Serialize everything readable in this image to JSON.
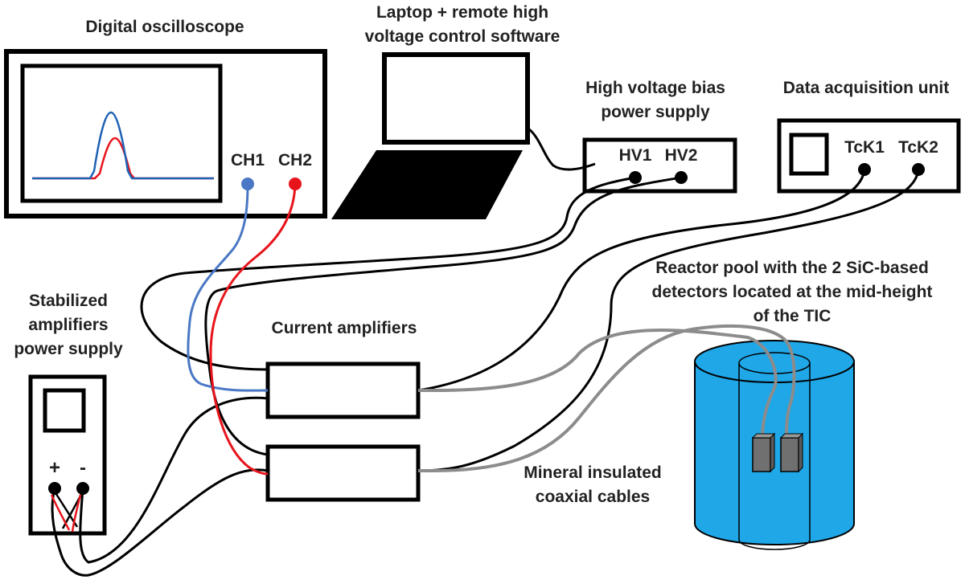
{
  "labels": {
    "oscilloscope": "Digital oscilloscope",
    "laptop_line1": "Laptop + remote high",
    "laptop_line2": "voltage control software",
    "hv_line1": "High voltage bias",
    "hv_line2": "power supply",
    "daq": "Data acquisition unit",
    "stab_line1": "Stabilized",
    "stab_line2": "amplifiers",
    "stab_line3": "power supply",
    "current_amplifiers": "Current amplifiers",
    "reactor_line1": "Reactor pool with the 2 SiC-based",
    "reactor_line2": "detectors located at the mid-height",
    "reactor_line3": "of the TIC",
    "mineral_line1": "Mineral insulated",
    "mineral_line2": "coaxial cables"
  },
  "ports": {
    "ch1": "CH1",
    "ch2": "CH2",
    "hv1": "HV1",
    "hv2": "HV2",
    "tck1": "TcK1",
    "tck2": "TcK2",
    "plus": "+",
    "minus": "-"
  },
  "colors": {
    "ch1_cable": "#4a78c4",
    "ch2_cable": "#e8141c",
    "coaxial_cable": "#8c8c8c",
    "pool_water": "#1fa7e8",
    "detector": "#707070",
    "outline": "#000000"
  }
}
